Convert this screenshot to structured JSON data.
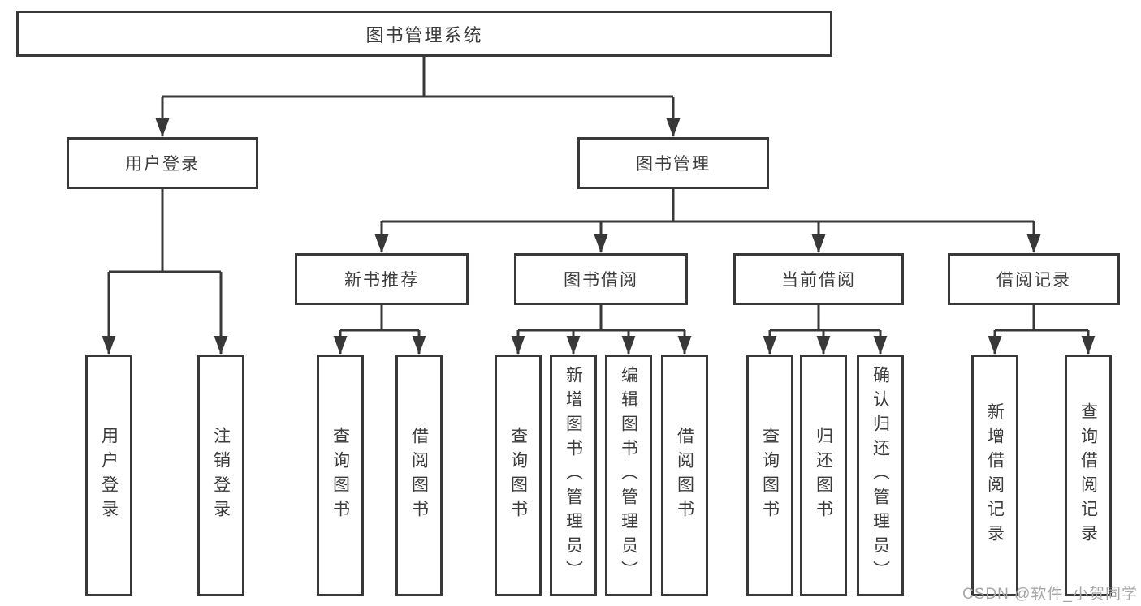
{
  "diagram": {
    "root": {
      "label": "图书管理系统"
    },
    "level2": [
      {
        "label": "用户登录"
      },
      {
        "label": "图书管理"
      }
    ],
    "level3": [
      {
        "label": "新书推荐"
      },
      {
        "label": "图书借阅"
      },
      {
        "label": "当前借阅"
      },
      {
        "label": "借阅记录"
      }
    ],
    "leaves": [
      {
        "parent": "用户登录",
        "label": "用户登录"
      },
      {
        "parent": "用户登录",
        "label": "注销登录"
      },
      {
        "parent": "新书推荐",
        "label": "查询图书"
      },
      {
        "parent": "新书推荐",
        "label": "借阅图书"
      },
      {
        "parent": "图书借阅",
        "label": "查询图书"
      },
      {
        "parent": "图书借阅",
        "label": "新增图书（管理员）"
      },
      {
        "parent": "图书借阅",
        "label": "编辑图书（管理员）"
      },
      {
        "parent": "图书借阅",
        "label": "借阅图书"
      },
      {
        "parent": "当前借阅",
        "label": "查询图书"
      },
      {
        "parent": "当前借阅",
        "label": "归还图书"
      },
      {
        "parent": "当前借阅",
        "label": "确认归还（管理员）"
      },
      {
        "parent": "借阅记录",
        "label": "新增借阅记录"
      },
      {
        "parent": "借阅记录",
        "label": "查询借阅记录"
      }
    ],
    "colors": {
      "line": "#383838",
      "text": "#3c3c3c",
      "background": "#ffffff"
    }
  },
  "watermark": {
    "text": "CSDN @软件_小贺同学",
    "color": "#a6a6a6"
  }
}
